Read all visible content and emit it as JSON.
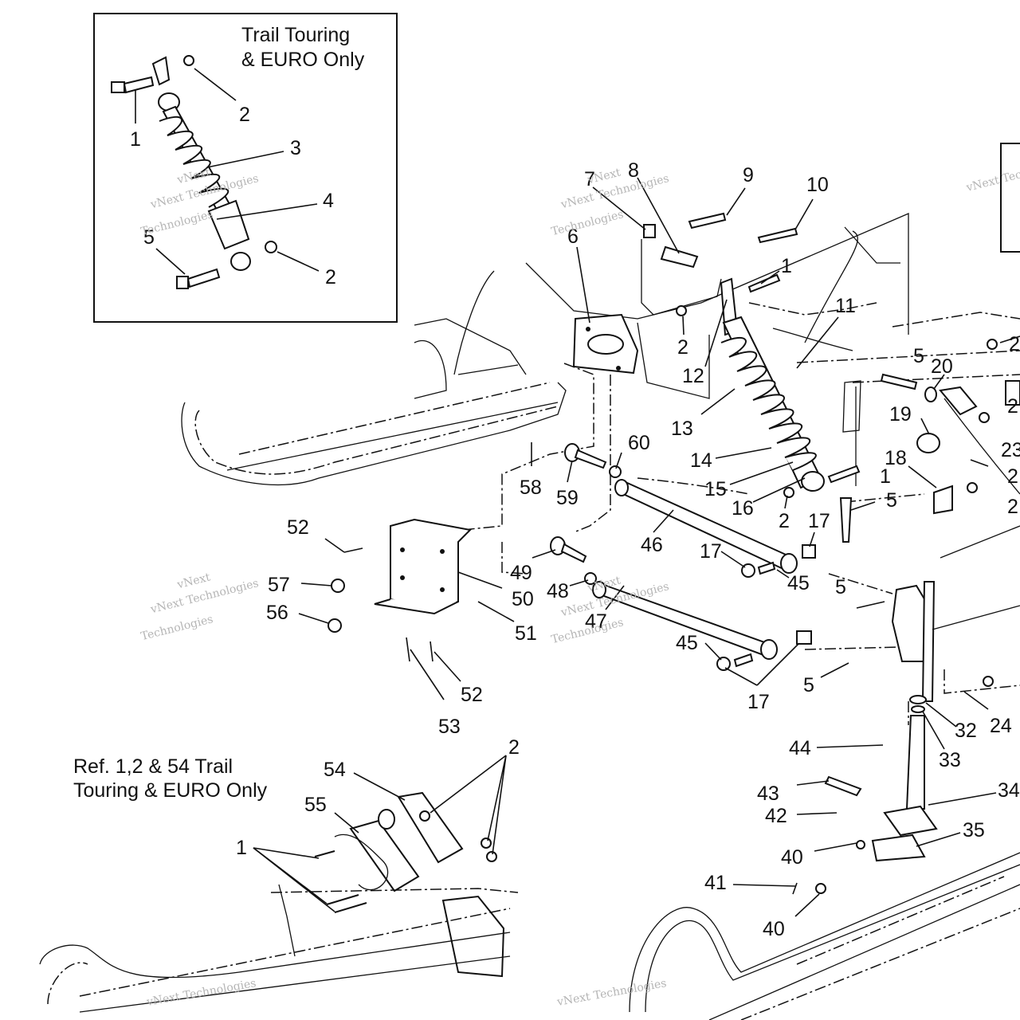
{
  "inset_top": {
    "title_line1": "Trail Touring",
    "title_line2": "& EURO Only",
    "labels": [
      "1",
      "2",
      "3",
      "4",
      "5",
      "2"
    ]
  },
  "inset_bottom_note": {
    "line1": "Ref. 1,2 & 54 Trail",
    "line2": "Touring & EURO Only"
  },
  "callouts": {
    "inset_bottom": [
      "54",
      "55",
      "1",
      "2"
    ],
    "main": [
      "7",
      "8",
      "9",
      "10",
      "6",
      "1",
      "11",
      "2",
      "12",
      "13",
      "14",
      "15",
      "16",
      "2",
      "17",
      "1",
      "5",
      "5",
      "20",
      "19",
      "18",
      "23",
      "60",
      "59",
      "58",
      "52",
      "57",
      "56",
      "50",
      "51",
      "49",
      "48",
      "47",
      "46",
      "45",
      "17",
      "45",
      "17",
      "5",
      "5",
      "44",
      "32",
      "33",
      "24",
      "43",
      "42",
      "34",
      "35",
      "40",
      "41",
      "40",
      "52",
      "53"
    ],
    "edge_right": [
      "2",
      "2",
      "2",
      "2"
    ]
  },
  "watermark": {
    "brand": "vNext",
    "company": "Technologies",
    "full": "vNext Technologies"
  },
  "colors": {
    "ink": "#111111",
    "paper": "#ffffff",
    "watermark": "#c9c9c9"
  }
}
